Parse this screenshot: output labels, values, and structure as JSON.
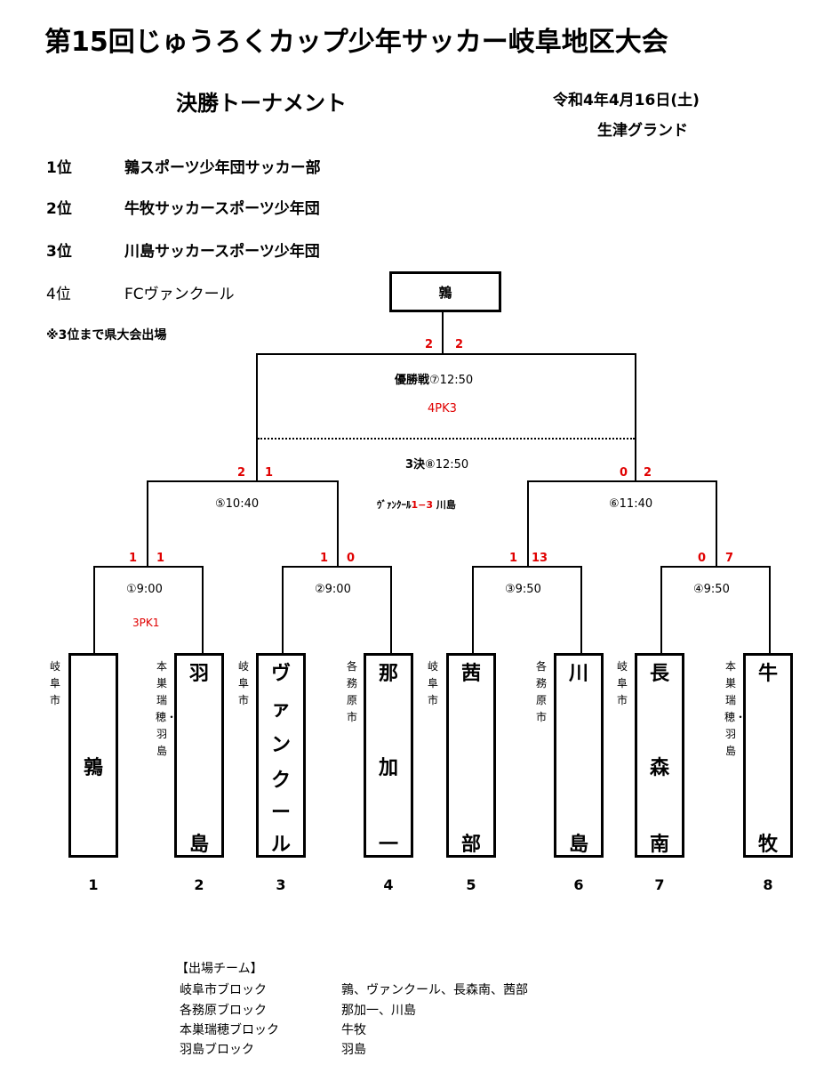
{
  "header": {
    "title": "第15回じゅうろくカップ少年サッカー岐阜地区大会",
    "subtitle": "決勝トーナメント",
    "date": "令和4年4月16日(土)",
    "venue": "生津グランド"
  },
  "rankings": [
    {
      "pos": "1位",
      "name": "鶉スポーツ少年団サッカー部"
    },
    {
      "pos": "2位",
      "name": "牛牧サッカースポーツ少年団"
    },
    {
      "pos": "3位",
      "name": "川島サッカースポーツ少年団"
    },
    {
      "pos": "4位",
      "name": "FCヴァンクール"
    }
  ],
  "note": "※3位まで県大会出場",
  "champion": "鶉",
  "matches": {
    "m1": {
      "label": "①9:00",
      "pk": "3PK1",
      "score_left": "1",
      "score_right": "1"
    },
    "m2": {
      "label": "②9:00",
      "score_left": "1",
      "score_right": "0"
    },
    "m3": {
      "label": "③9:50",
      "score_left": "1",
      "score_right": "13"
    },
    "m4": {
      "label": "④9:50",
      "score_left": "0",
      "score_right": "7"
    },
    "m5": {
      "label": "⑤10:40",
      "score_left": "2",
      "score_right": "1"
    },
    "m6": {
      "label": "⑥11:40",
      "score_left": "0",
      "score_right": "2"
    },
    "m7": {
      "label_bold": "優勝戦",
      "label_rest": "⑦12:50",
      "pk": "4PK3",
      "score_left": "2",
      "score_right": "2"
    },
    "m8": {
      "label_bold": "3決",
      "label_rest": "⑧12:50",
      "result_left": "ｳﾞｧﾝｸｰﾙ",
      "result_score_a": "1",
      "result_dash": "−",
      "result_score_b": "3",
      "result_right": "川島"
    }
  },
  "teams": [
    {
      "seed": "1",
      "city": "岐阜市",
      "name": [
        "鶉"
      ]
    },
    {
      "seed": "2",
      "city": "本巣瑞穂・羽島",
      "name": [
        "羽",
        "島"
      ]
    },
    {
      "seed": "3",
      "city": "岐阜市",
      "name": [
        "ヴ",
        "ァ",
        "ン",
        "ク",
        "ー",
        "ル"
      ]
    },
    {
      "seed": "4",
      "city": "各務原市",
      "name": [
        "那",
        "加",
        "一"
      ]
    },
    {
      "seed": "5",
      "city": "岐阜市",
      "name": [
        "茜",
        "部"
      ]
    },
    {
      "seed": "6",
      "city": "各務原市",
      "name": [
        "川",
        "島"
      ]
    },
    {
      "seed": "7",
      "city": "岐阜市",
      "name": [
        "長",
        "森",
        "南"
      ]
    },
    {
      "seed": "8",
      "city": "本巣瑞穂・羽島",
      "name": [
        "牛",
        "牧"
      ]
    }
  ],
  "legend": {
    "heading": "【出場チーム】",
    "rows": [
      {
        "block": "岐阜市ブロック",
        "teams": "鶉、ヴァンクール、長森南、茜部"
      },
      {
        "block": "各務原ブロック",
        "teams": "那加一、川島"
      },
      {
        "block": "本巣瑞穂ブロック",
        "teams": "牛牧"
      },
      {
        "block": "羽島ブロック",
        "teams": "羽島"
      }
    ]
  }
}
